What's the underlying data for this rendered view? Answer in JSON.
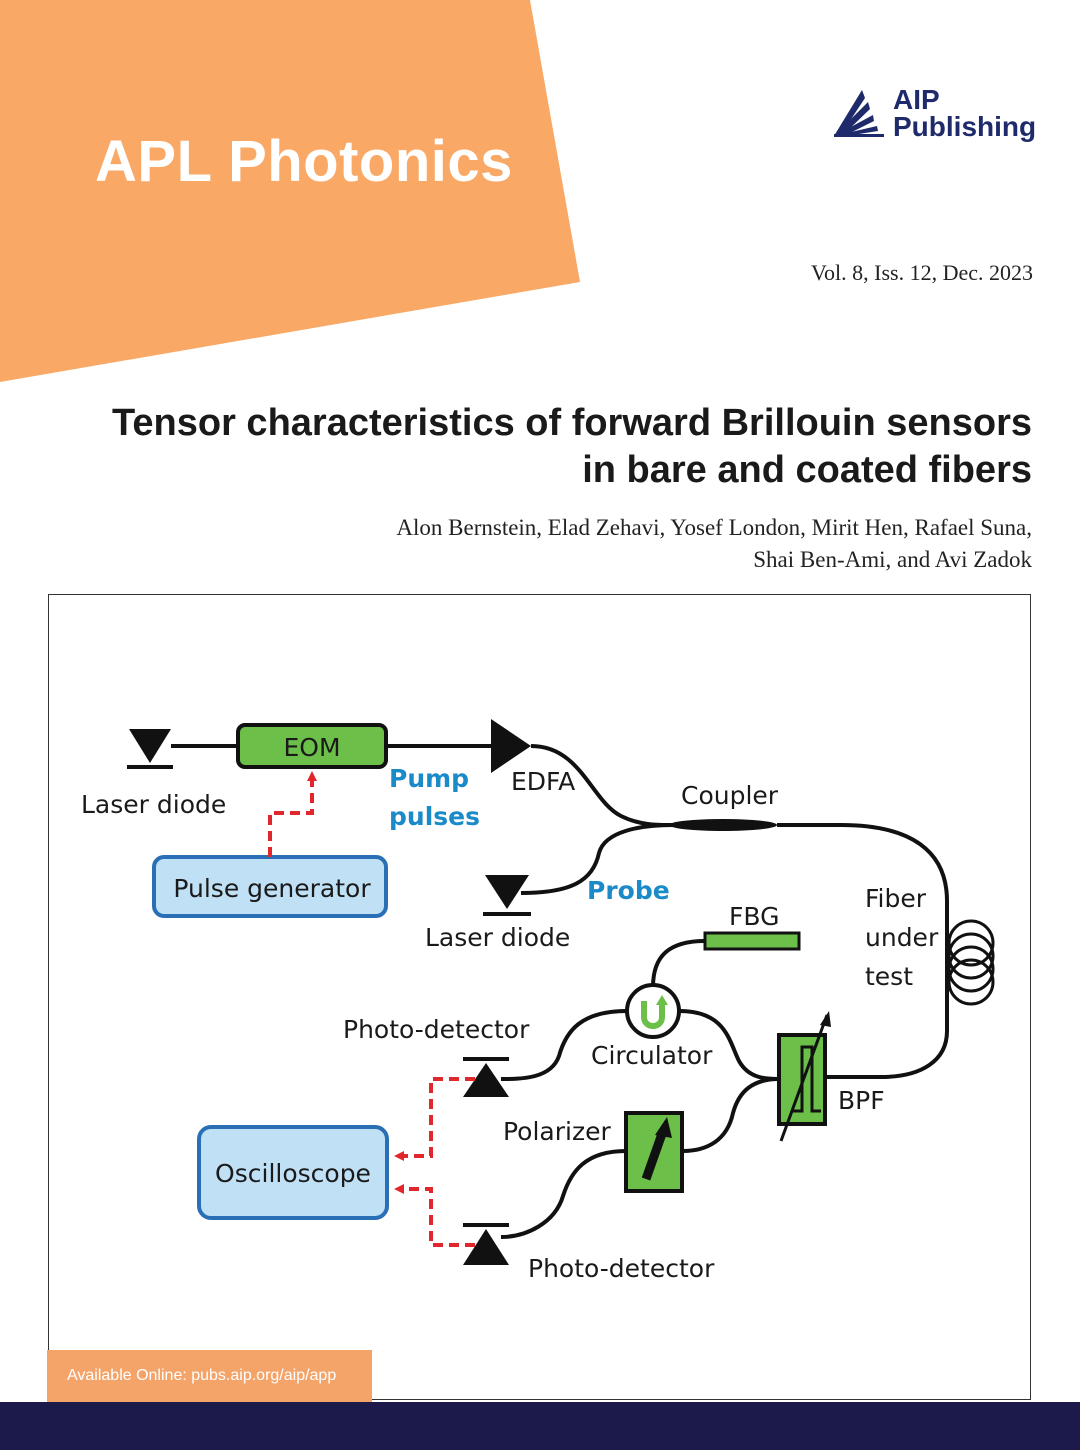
{
  "header": {
    "journal_title": "APL Photonics",
    "publisher_line1": "AIP",
    "publisher_line2": "Publishing",
    "issue": "Vol. 8, Iss. 12, Dec. 2023"
  },
  "article": {
    "title_line1": "Tensor characteristics of forward Brillouin sensors",
    "title_line2": "in bare and coated fibers",
    "authors_line1": "Alon Bernstein, Elad Zehavi, Yosef London, Mirit Hen, Rafael Suna,",
    "authors_line2": "Shai Ben-Ami, and Avi Zadok"
  },
  "diagram": {
    "laser_diode_1": "Laser diode",
    "eom": "EOM",
    "pump_line1": "Pump",
    "pump_line2": "pulses",
    "edfa": "EDFA",
    "coupler": "Coupler",
    "pulse_generator": "Pulse generator",
    "probe": "Probe",
    "laser_diode_2": "Laser diode",
    "fbg": "FBG",
    "fiber_line1": "Fiber",
    "fiber_line2": "under",
    "fiber_line3": "test",
    "photodetector_1": "Photo-detector",
    "circulator": "Circulator",
    "bpf": "BPF",
    "polarizer": "Polarizer",
    "oscilloscope": "Oscilloscope",
    "photodetector_2": "Photo-detector"
  },
  "footer": {
    "availability": "Available Online: pubs.aip.org/aip/app"
  },
  "colors": {
    "banner_orange": "#f9a866",
    "publisher_navy": "#1f2a6b",
    "footer_navy": "#1b1a4a",
    "component_green": "#6cc04a",
    "box_blue": "#bfe0f5",
    "box_border_blue": "#2a6fb5",
    "signal_red": "#e0272b",
    "label_blue": "#1a8ac8"
  }
}
